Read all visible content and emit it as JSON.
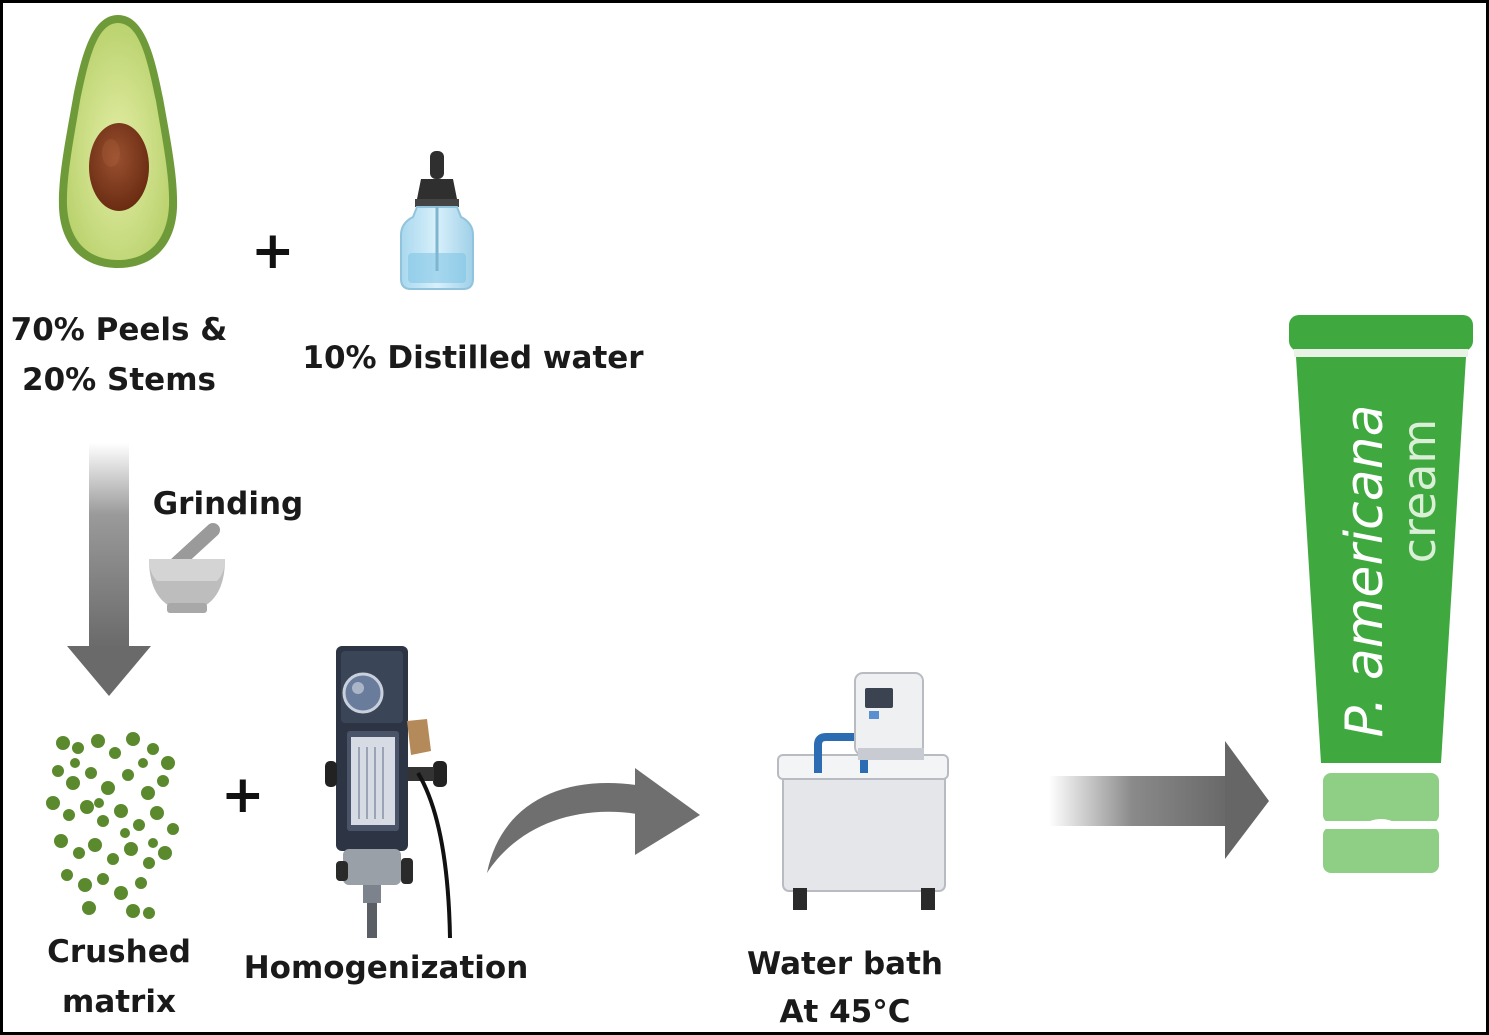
{
  "figure": {
    "plus_sign": "+",
    "ingredients": {
      "avocado_label_line1": "70% Peels &",
      "avocado_label_line2": "20% Stems",
      "water_label": "10% Distilled water"
    },
    "steps": {
      "grinding_label": "Grinding",
      "crushed_label_line1": "Crushed",
      "crushed_label_line2": "matrix",
      "homogenization_label": "Homogenization",
      "water_bath_label_line1": "Water bath",
      "water_bath_label_line2": "At 45°C"
    },
    "product": {
      "brand_text": "P. americana",
      "type_text": "cream"
    }
  },
  "colors": {
    "arrow_gray": "#6f6f6f",
    "tube_green": "#3fa83f",
    "tube_light_green": "#8fce85",
    "crushed_green": "#5b8a2e",
    "avocado_skin": "#6f9a3a",
    "avocado_flesh": "#cfe08a",
    "avocado_seed": "#7b3a1e"
  }
}
